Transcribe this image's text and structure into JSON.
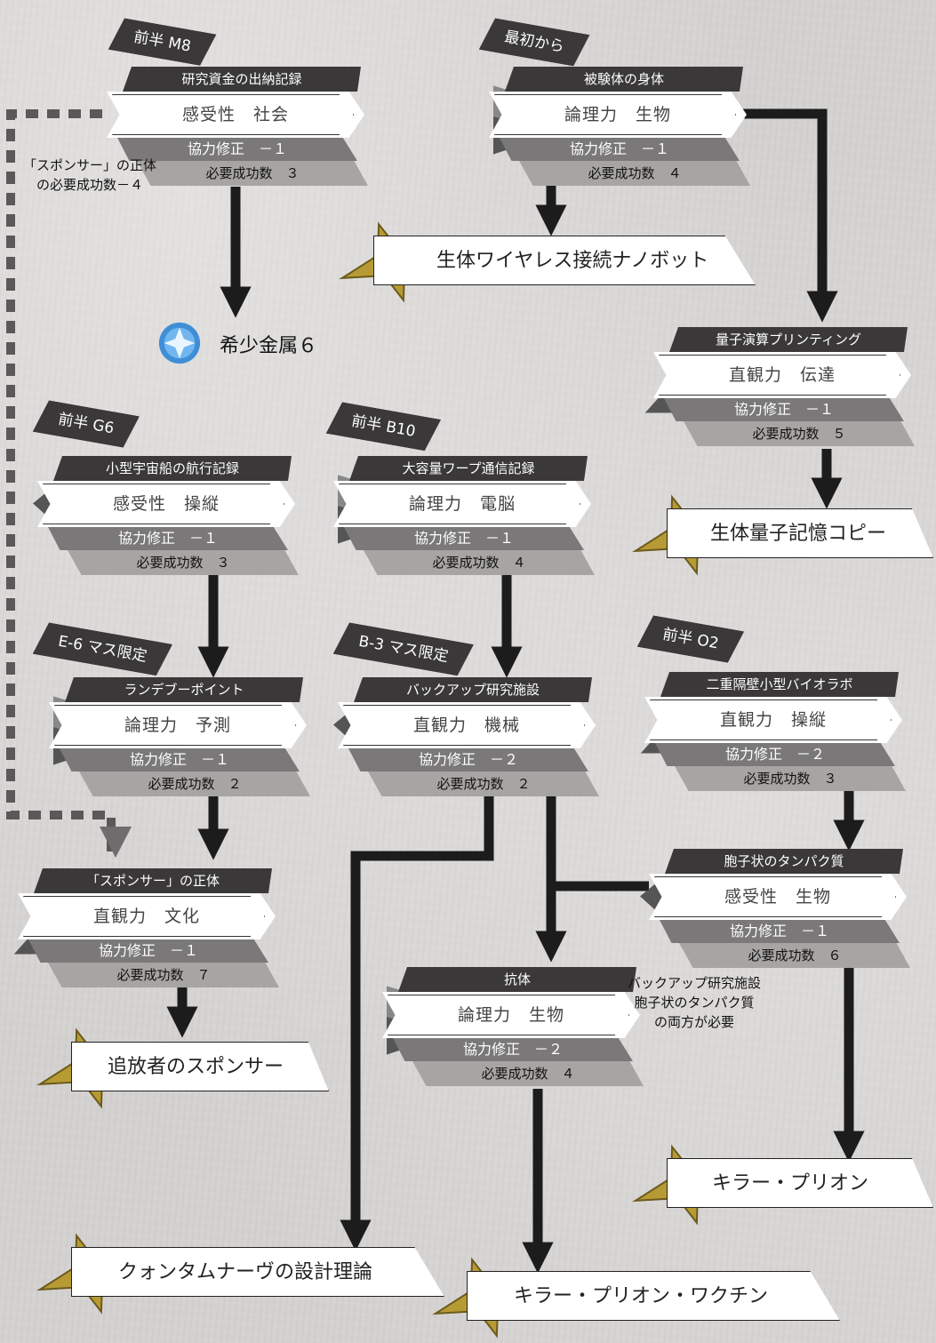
{
  "tags": {
    "m8": "前半 M8",
    "start": "最初から",
    "g6": "前半 G6",
    "b10": "前半 B10",
    "e6": "E-6 マス限定",
    "b3": "B-3 マス限定",
    "o2": "前半 O2"
  },
  "nodes": {
    "research_funds": {
      "title": "研究資金の出納記録",
      "stat": "感受性　社会",
      "mod": "協力修正　－１",
      "req": "必要成功数　３"
    },
    "subject_body": {
      "title": "被験体の身体",
      "stat": "論理力　生物",
      "mod": "協力修正　－１",
      "req": "必要成功数　４"
    },
    "quantum_printing": {
      "title": "量子演算プリンティング",
      "stat": "直観力　伝達",
      "mod": "協力修正　－１",
      "req": "必要成功数　５"
    },
    "small_ship_log": {
      "title": "小型宇宙船の航行記録",
      "stat": "感受性　操縦",
      "mod": "協力修正　－１",
      "req": "必要成功数　３"
    },
    "warp_comm_log": {
      "title": "大容量ワープ通信記録",
      "stat": "論理力　電脳",
      "mod": "協力修正　－１",
      "req": "必要成功数　４"
    },
    "rendezvous": {
      "title": "ランデブーポイント",
      "stat": "論理力　予測",
      "mod": "協力修正　－１",
      "req": "必要成功数　２"
    },
    "backup_facility": {
      "title": "バックアップ研究施設",
      "stat": "直観力　機械",
      "mod": "協力修正　－２",
      "req": "必要成功数　２"
    },
    "bio_lab": {
      "title": "二重隔壁小型バイオラボ",
      "stat": "直観力　操縦",
      "mod": "協力修正　－２",
      "req": "必要成功数　３"
    },
    "sponsor_identity": {
      "title": "「スポンサー」の正体",
      "stat": "直観力　文化",
      "mod": "協力修正　－１",
      "req": "必要成功数　７"
    },
    "spore_protein": {
      "title": "胞子状のタンパク質",
      "stat": "感受性　生物",
      "mod": "協力修正　－１",
      "req": "必要成功数　６"
    },
    "antibody": {
      "title": "抗体",
      "stat": "論理力　生物",
      "mod": "協力修正　－２",
      "req": "必要成功数　４"
    }
  },
  "rewards": {
    "nanobot": "生体ワイヤレス接続ナノボット",
    "quantum_memory": "生体量子記憶コピー",
    "exile_sponsor": "追放者のスポンサー",
    "quantum_nerve": "クォンタムナーヴの設計理論",
    "killer_prion": "キラー・プリオン",
    "vaccine": "キラー・プリオン・ワクチン"
  },
  "rare_metal": "希少金属６",
  "notes": {
    "sponsor_note_1": "「スポンサー」の正体",
    "sponsor_note_2": "の必要成功数－４",
    "antibody_note_1": "バックアップ研究施設",
    "antibody_note_2": "胞子状のタンパク質",
    "antibody_note_3": "の両方が必要"
  },
  "colors": {
    "background": "#d4d2d0",
    "dark": "#3a3838",
    "mid": "#7a7878",
    "light": "#a7a5a3",
    "star": "#b69a34",
    "gem": "#3f8ed6"
  }
}
